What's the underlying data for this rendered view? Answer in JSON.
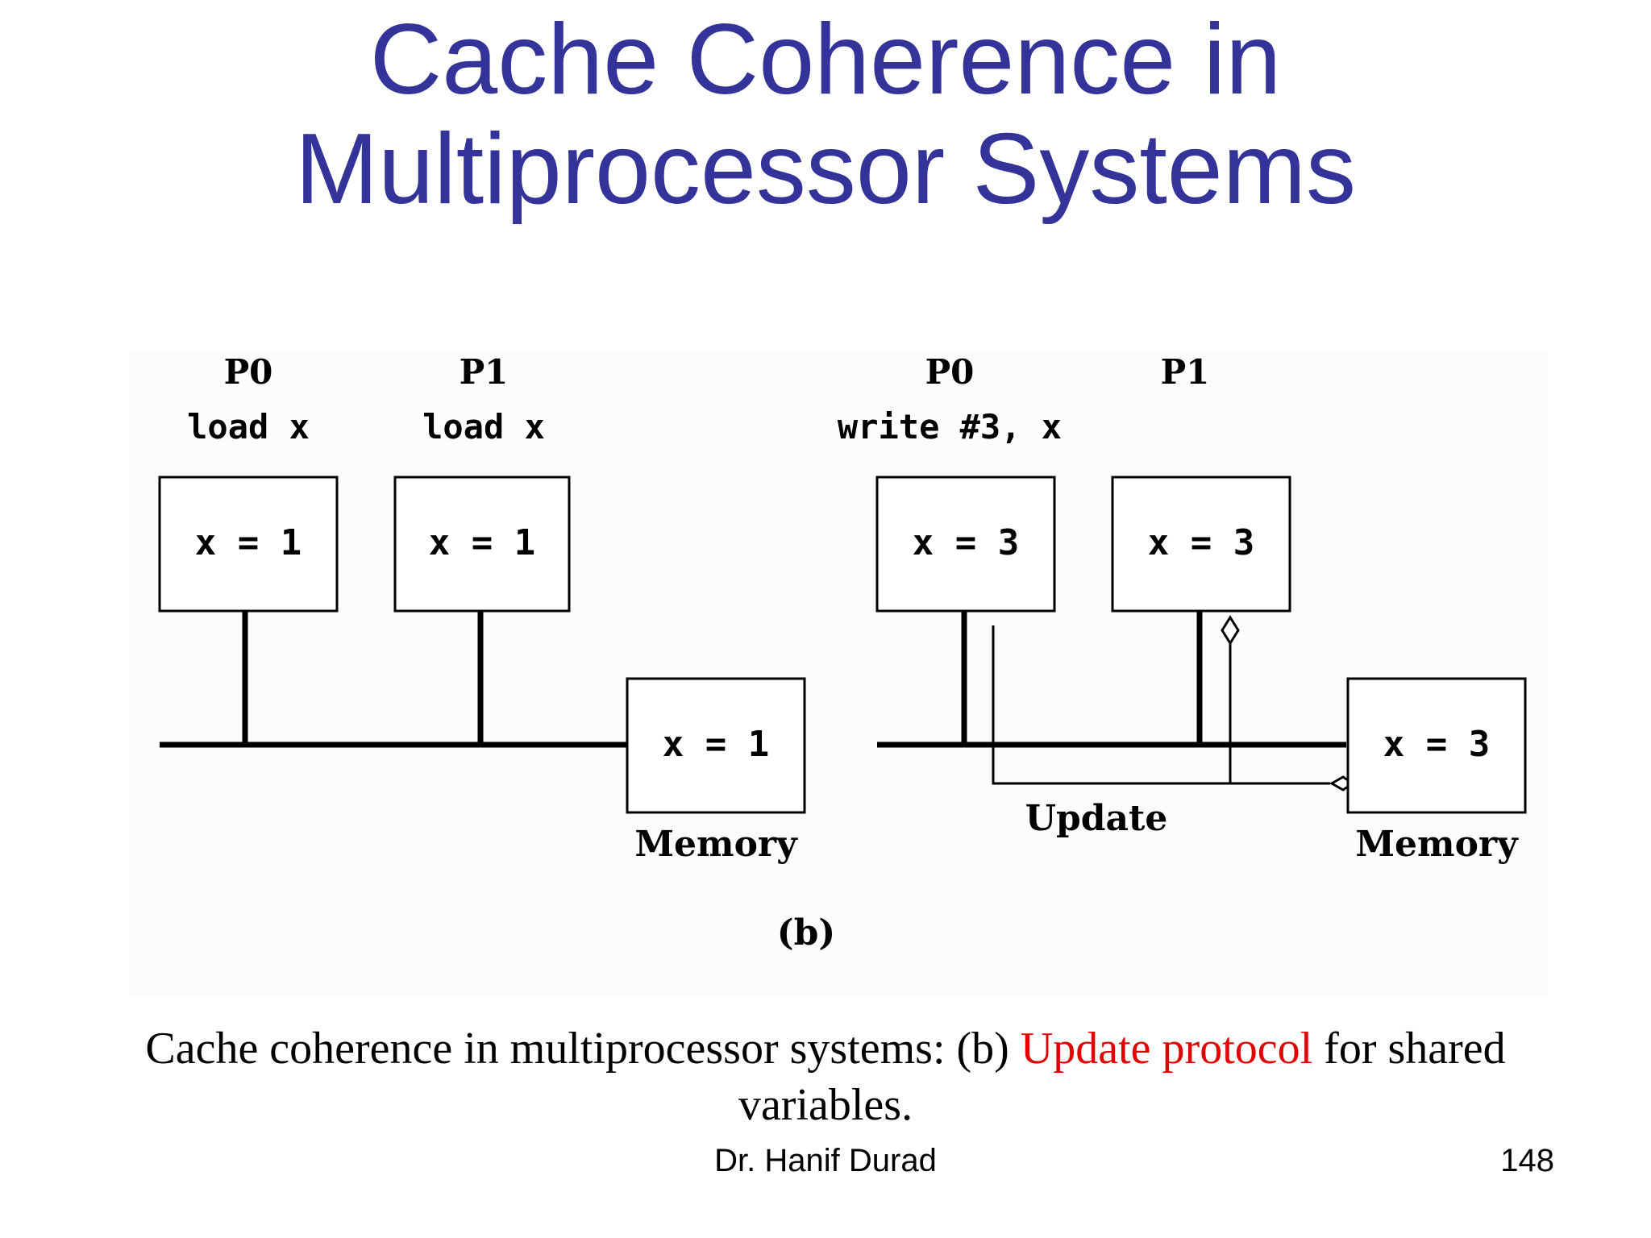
{
  "slide": {
    "title_line1": "Cache Coherence in",
    "title_line2": "Multiprocessor Systems",
    "caption": {
      "part1": "Cache coherence in multiprocessor systems: (b",
      "part2": ") ",
      "highlight": "Update protocol",
      "part3": " for shared variables."
    },
    "author": "Dr. Hanif Durad",
    "page_number": "148"
  },
  "colors": {
    "title": "#333399",
    "highlight": "#e00000",
    "line": "#000000"
  },
  "diagram": {
    "left": {
      "p0_label": "P0",
      "p0_op": "load x",
      "p0_cache": "x = 1",
      "p1_label": "P1",
      "p1_op": "load x",
      "p1_cache": "x = 1",
      "memory_value": "x = 1",
      "memory_label": "Memory"
    },
    "right": {
      "p0_label": "P0",
      "p0_op": "write #3, x",
      "p0_cache": "x = 3",
      "p1_label": "P1",
      "p1_cache": "x = 3",
      "memory_value": "x = 3",
      "memory_label": "Memory",
      "update_label": "Update"
    },
    "subfigure_label": "(b)"
  }
}
